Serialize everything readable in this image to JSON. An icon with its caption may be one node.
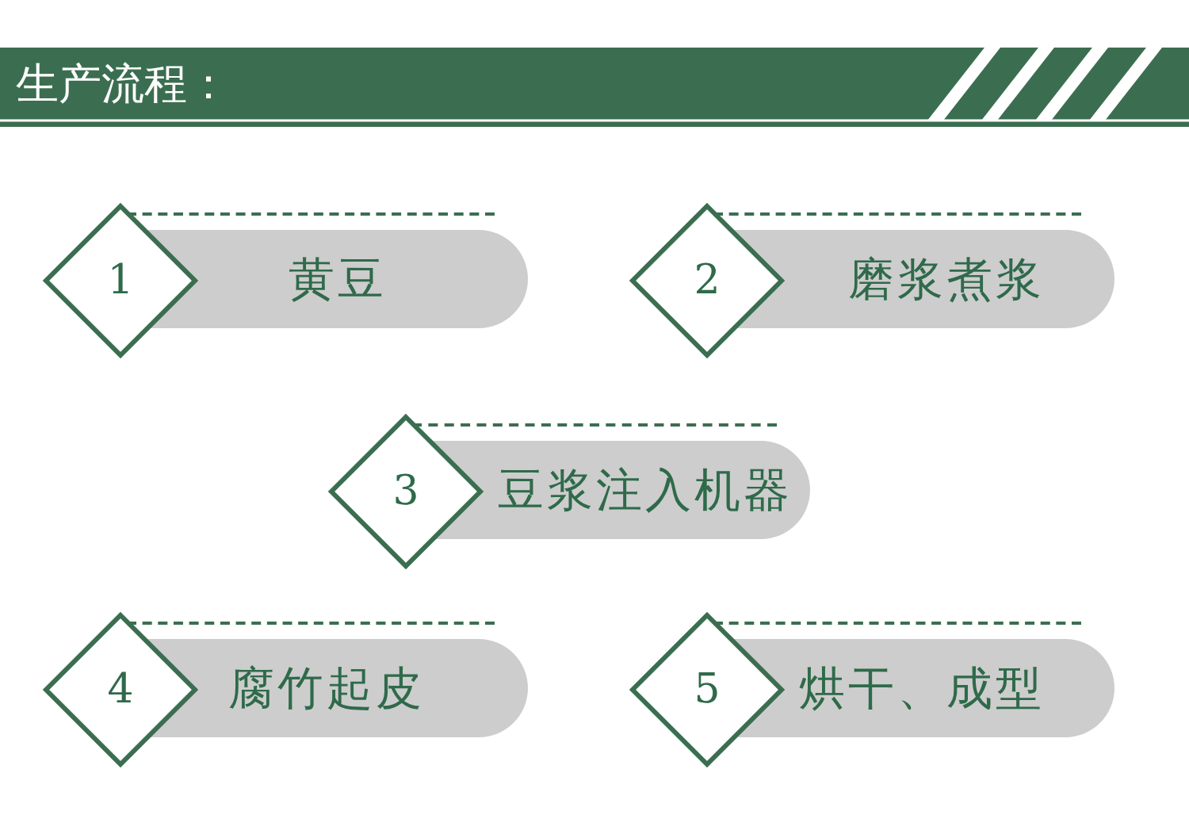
{
  "diagram": {
    "title": "生产流程：",
    "nodes": [
      {
        "text": [
          "1"
        ]
      },
      {
        "text": [
          "黄豆"
        ]
      },
      {
        "text": [
          "2"
        ]
      },
      {
        "text": [
          "磨浆煮浆"
        ]
      },
      {
        "text": [
          "3"
        ]
      },
      {
        "text": [
          "豆浆注入机器"
        ]
      },
      {
        "text": [
          "4"
        ]
      },
      {
        "text": [
          "腐竹起皮"
        ]
      },
      {
        "text": [
          "5"
        ]
      },
      {
        "text": [
          "烘干、成型"
        ]
      }
    ]
  }
}
